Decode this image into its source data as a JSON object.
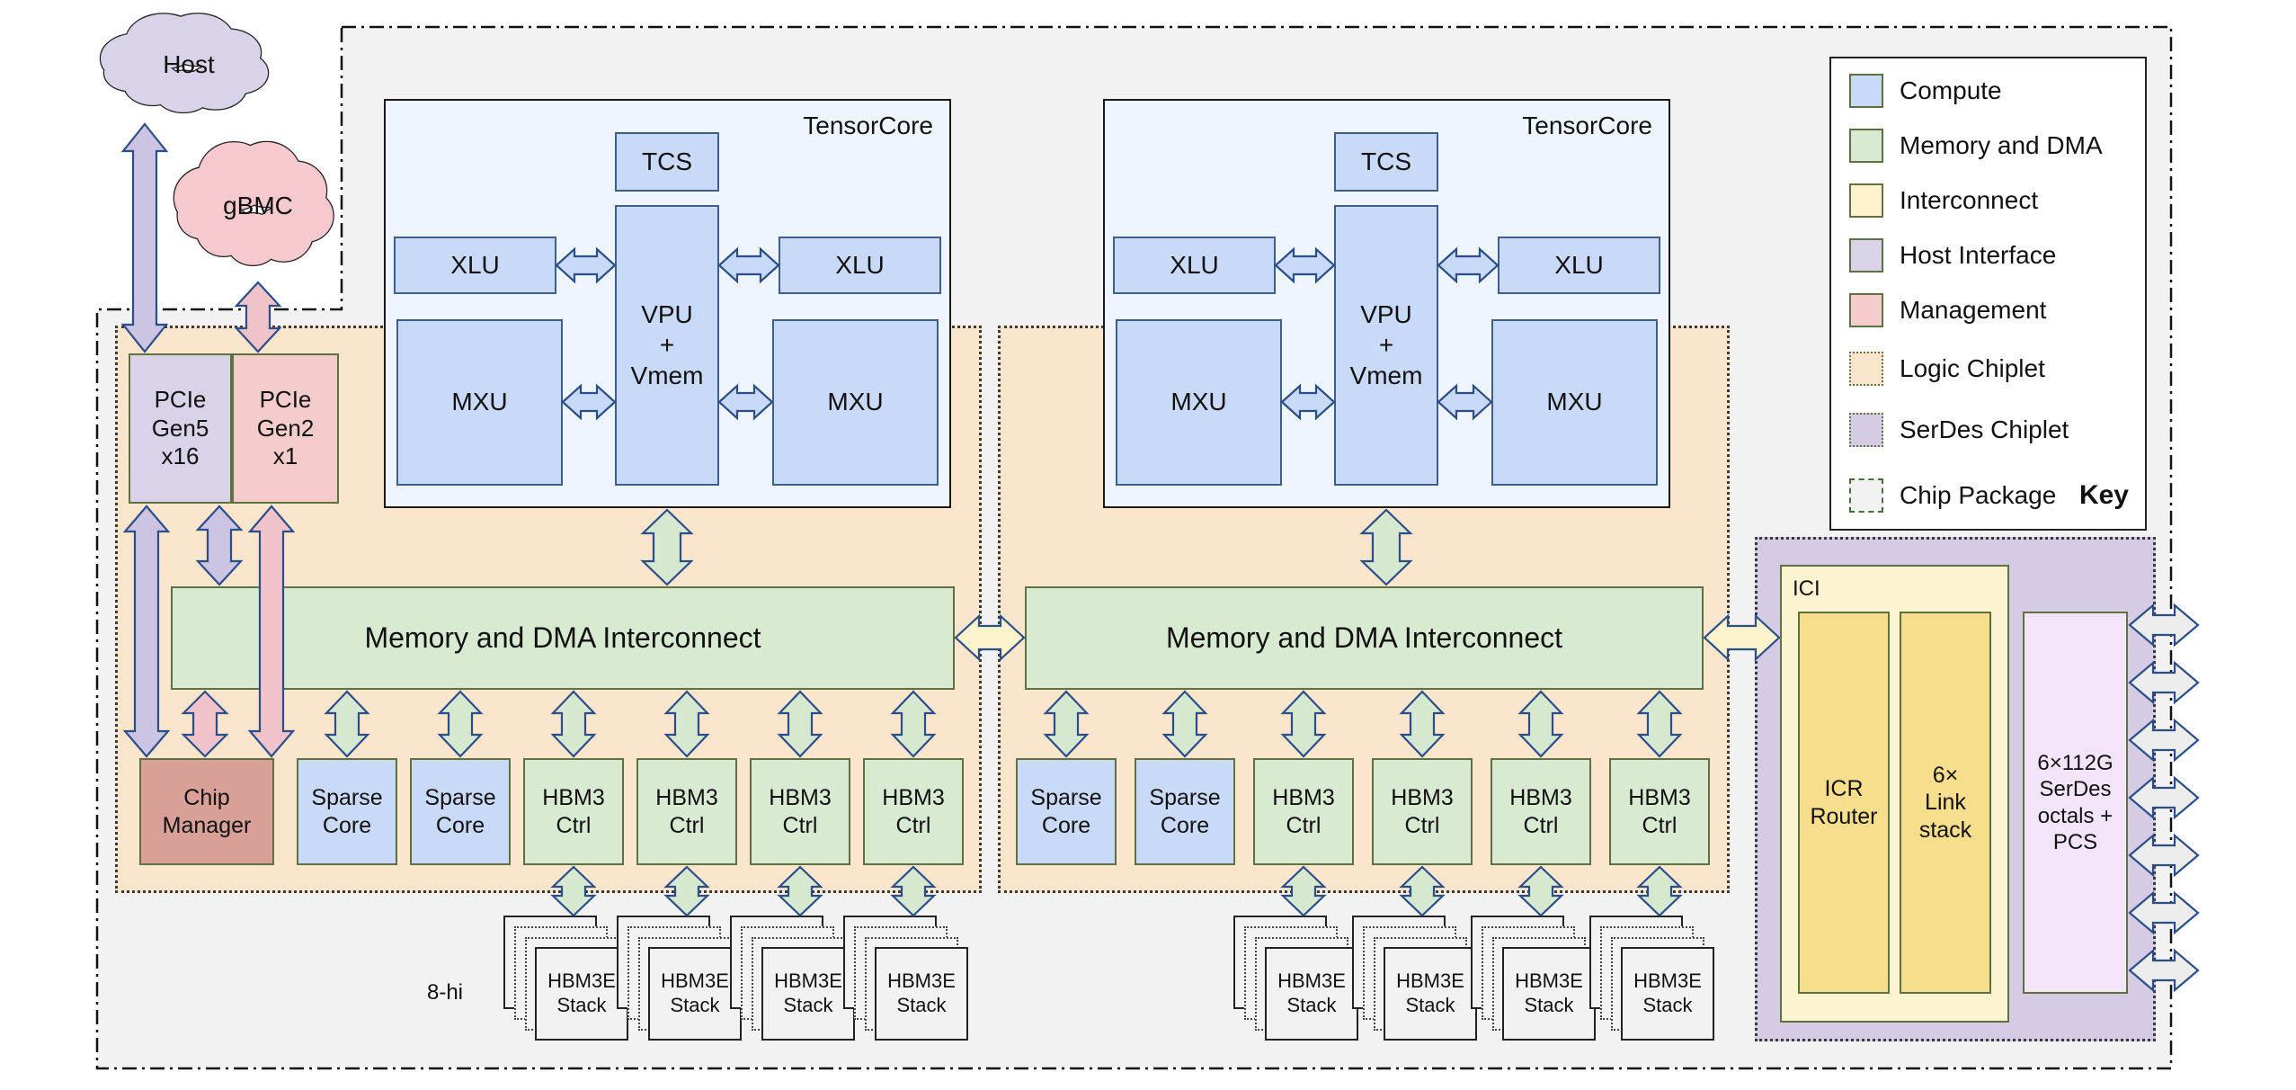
{
  "clouds": {
    "host": "Host",
    "gbmc": "gBMC"
  },
  "host_interface": {
    "pcie_gen5": "PCIe\nGen5\nx16",
    "pcie_gen2": "PCIe\nGen2\nx1"
  },
  "tensorcore": {
    "label": "TensorCore",
    "tcs": "TCS",
    "xlu": "XLU",
    "vpu_vmem": "VPU\n+\nVmem",
    "mxu": "MXU"
  },
  "interconnect": {
    "label": "Memory and DMA Interconnect"
  },
  "chiplet1_bottom_row": [
    {
      "label": "Chip\nManager",
      "kind": "management-dark"
    },
    {
      "label": "Sparse\nCore",
      "kind": "compute"
    },
    {
      "label": "Sparse\nCore",
      "kind": "compute"
    },
    {
      "label": "HBM3\nCtrl",
      "kind": "memory"
    },
    {
      "label": "HBM3\nCtrl",
      "kind": "memory"
    },
    {
      "label": "HBM3\nCtrl",
      "kind": "memory"
    },
    {
      "label": "HBM3\nCtrl",
      "kind": "memory"
    }
  ],
  "chiplet2_bottom_row": [
    {
      "label": "Sparse\nCore",
      "kind": "compute"
    },
    {
      "label": "Sparse\nCore",
      "kind": "compute"
    },
    {
      "label": "HBM3\nCtrl",
      "kind": "memory"
    },
    {
      "label": "HBM3\nCtrl",
      "kind": "memory"
    },
    {
      "label": "HBM3\nCtrl",
      "kind": "memory"
    },
    {
      "label": "HBM3\nCtrl",
      "kind": "memory"
    }
  ],
  "hbm_stack": {
    "label": "HBM3E\nStack",
    "height_note": "8-hi",
    "stacks_per_chiplet": 4
  },
  "ici": {
    "label": "ICI",
    "icr_router": "ICR\nRouter",
    "link_stack": "6×\nLink\nstack"
  },
  "serdes": {
    "label": "6×112G\nSerDes\noctals +\nPCS"
  },
  "key": {
    "title": "Key",
    "items": [
      {
        "label": "Compute",
        "swatch": "compute"
      },
      {
        "label": "Memory and DMA",
        "swatch": "memory"
      },
      {
        "label": "Interconnect",
        "swatch": "interconnect"
      },
      {
        "label": "Host Interface",
        "swatch": "host"
      },
      {
        "label": "Management",
        "swatch": "management"
      },
      {
        "label": "Logic Chiplet",
        "swatch": "logic-chiplet"
      },
      {
        "label": "SerDes Chiplet",
        "swatch": "serdes-chiplet"
      },
      {
        "label": "Chip Package",
        "swatch": "chip-package"
      }
    ]
  },
  "colors": {
    "compute": "#c9daf8",
    "memory_dma": "#d9ead3",
    "interconnect": "#fff2cc",
    "host_interface": "#d9d2e9",
    "management": "#f4cccc",
    "management_dark": "#d9a098",
    "logic_chiplet": "#fce5cd",
    "serdes_chiplet": "#d5cbe5",
    "serdes_pcs_box": "#f2e5f9",
    "chip_package": "#f2f2f2",
    "tensorcore_bg": "#eff5fd",
    "ici_inner": "#f6de8d",
    "arrow_outline": "#2b4e88"
  }
}
